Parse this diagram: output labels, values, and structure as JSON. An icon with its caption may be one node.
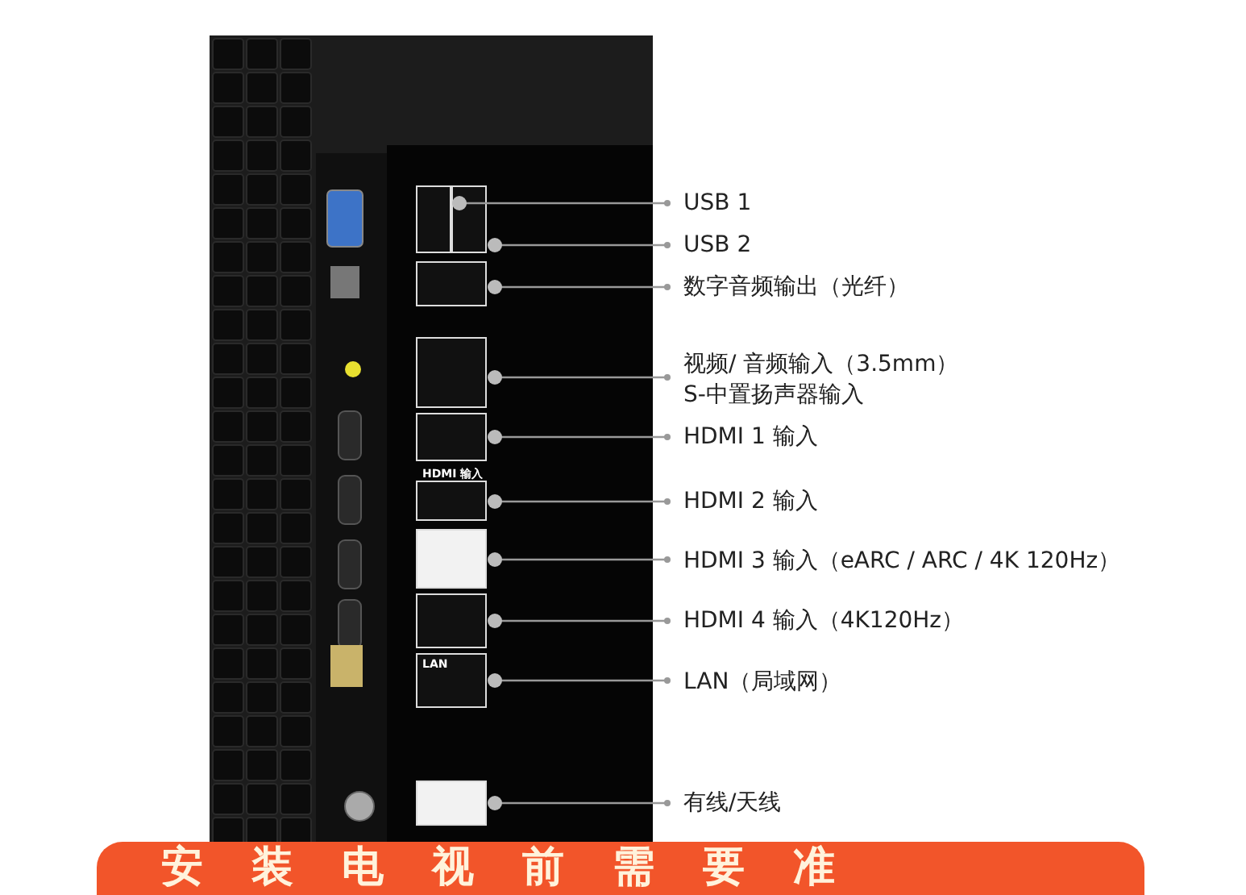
{
  "diagram": {
    "nodes": [
      {
        "text": [
          "USB 1"
        ]
      },
      {
        "text": [
          "USB 2"
        ]
      },
      {
        "text": [
          "数字音频输出（光纤）"
        ]
      },
      {
        "text": [
          "视频/ 音频输入（3.5mm）",
          "S-中置扬声器输入"
        ]
      },
      {
        "text": [
          "HDMI 1 输入"
        ]
      },
      {
        "text": [
          "HDMI 2 输入"
        ]
      },
      {
        "text": [
          "HDMI 3 输入（eARC / ARC / 4K 120Hz）"
        ]
      },
      {
        "text": [
          "HDMI 4 输入（4K120Hz）"
        ]
      },
      {
        "text": [
          "LAN（局域网）"
        ]
      },
      {
        "text": [
          "有线/天线"
        ]
      },
      {
        "text": [],
        "shape": "box"
      },
      {
        "text": [],
        "shape": "box"
      },
      {
        "text": [],
        "shape": "box"
      },
      {
        "text": [],
        "shape": "box"
      },
      {
        "text": [],
        "shape": "box"
      },
      {
        "text": [],
        "shape": "box"
      },
      {
        "text": [],
        "shape": "box"
      },
      {
        "text": [],
        "shape": "box"
      },
      {
        "text": [],
        "shape": "box"
      },
      {
        "text": [],
        "shape": "box"
      }
    ],
    "edges": [
      {
        "from": 0,
        "to": 10,
        "arrow": "other"
      },
      {
        "from": 1,
        "to": 11,
        "arrow": "other"
      },
      {
        "from": 2,
        "to": 12,
        "arrow": "other"
      },
      {
        "from": 3,
        "to": 13,
        "arrow": "other"
      },
      {
        "from": 4,
        "to": 14,
        "arrow": "other"
      },
      {
        "from": 5,
        "to": 15,
        "arrow": "other"
      },
      {
        "from": 6,
        "to": 16,
        "arrow": "other"
      },
      {
        "from": 7,
        "to": 17,
        "arrow": "other"
      },
      {
        "from": 8,
        "to": 18,
        "arrow": "other"
      },
      {
        "from": 9,
        "to": 19,
        "arrow": "other"
      }
    ],
    "labels": [
      "HDMI 输入",
      "LAN",
      "安装电视前需要准"
    ]
  }
}
